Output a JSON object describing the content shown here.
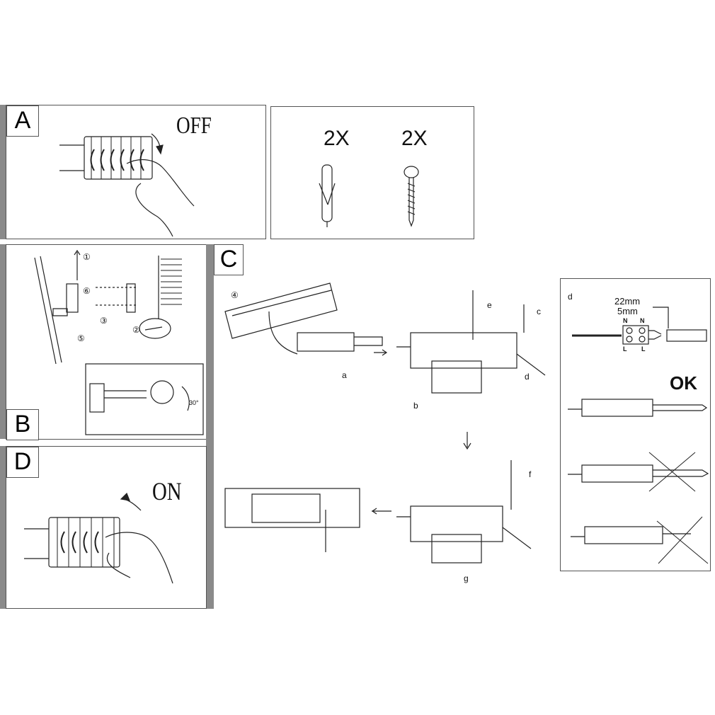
{
  "panels": {
    "a": {
      "label": "A",
      "action": "OFF"
    },
    "hardware": {
      "anchor_qty": "2X",
      "screw_qty": "2X"
    },
    "b": {
      "label": "B",
      "steps": [
        "①",
        "②",
        "③",
        "⑤",
        "⑥"
      ],
      "angle": "30°"
    },
    "c": {
      "label": "C",
      "step": "④",
      "substeps": [
        "a",
        "b",
        "c",
        "d",
        "e",
        "f",
        "g"
      ]
    },
    "d": {
      "label": "D",
      "action": "ON"
    },
    "wiring": {
      "label": "d",
      "strip_length": "22mm",
      "wire_strip": "5mm",
      "neutral": "N",
      "live": "L",
      "ok": "OK"
    }
  }
}
